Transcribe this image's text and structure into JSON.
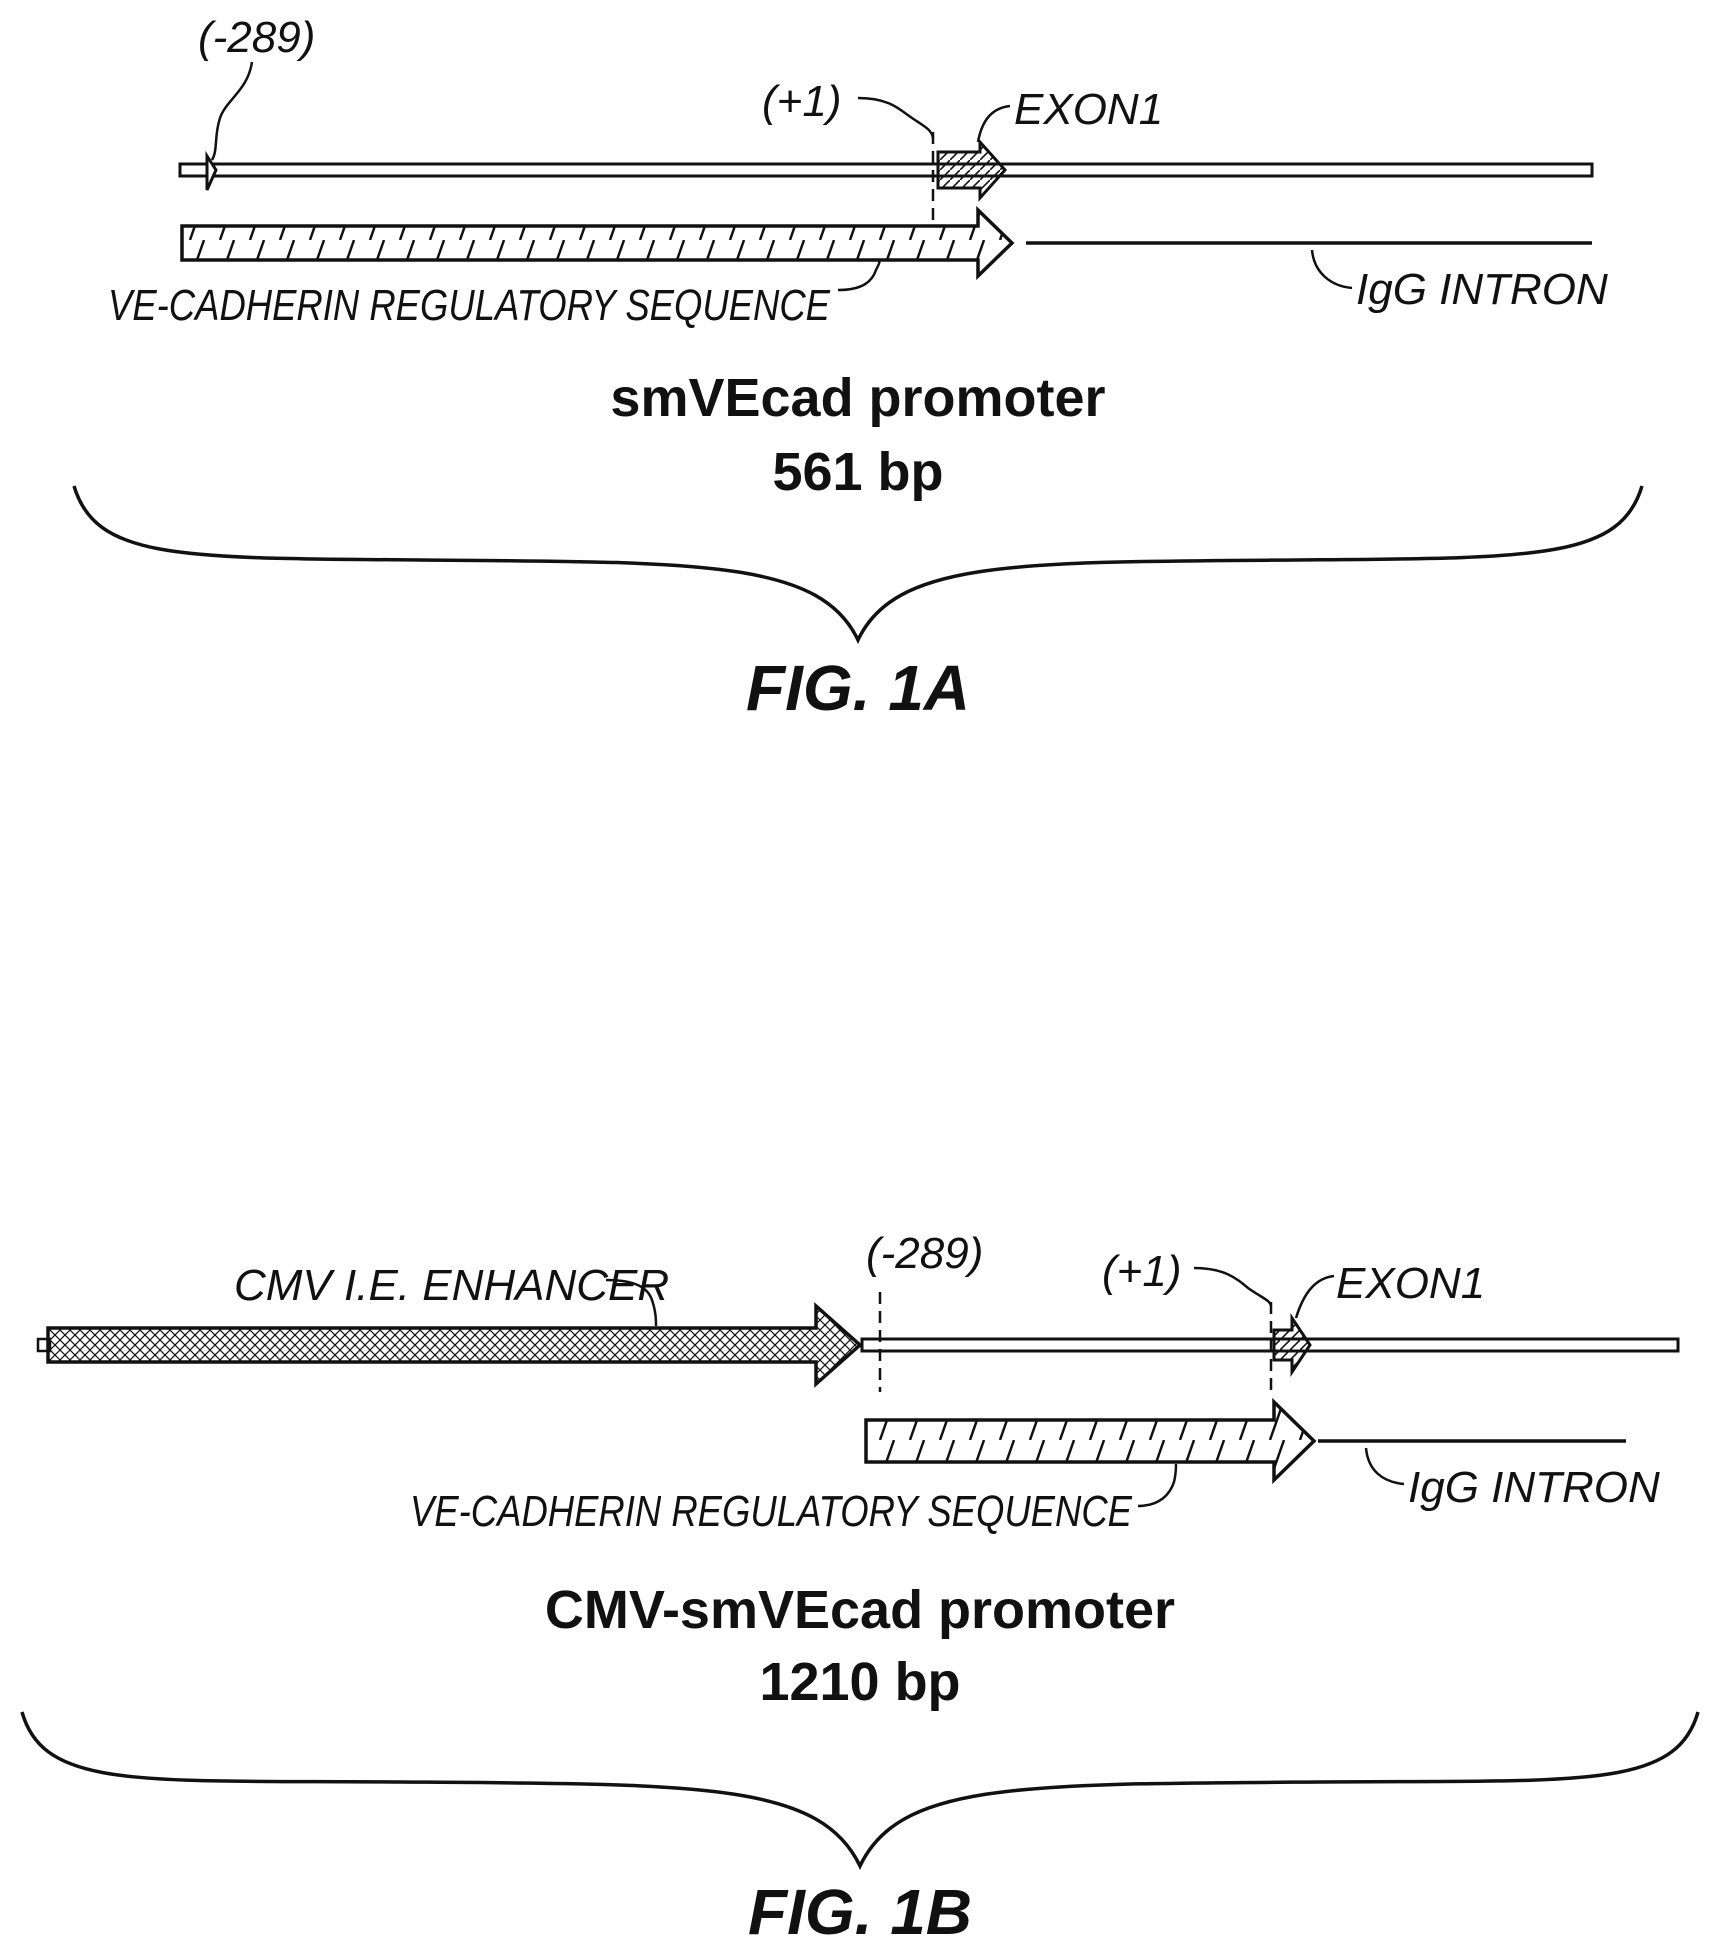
{
  "figure_a": {
    "pos_start_label": "(-289)",
    "pos_tss_label": "(+1)",
    "exon_label": "EXON1",
    "regulatory_label": "VE-CADHERIN REGULATORY SEQUENCE",
    "intron_label": "IgG INTRON",
    "title": "smVEcad promoter",
    "size": "561 bp",
    "caption": "FIG. 1A"
  },
  "figure_b": {
    "enhancer_label": "CMV I.E. ENHANCER",
    "pos_start_label": "(-289)",
    "pos_tss_label": "(+1)",
    "exon_label": "EXON1",
    "regulatory_label": "VE-CADHERIN REGULATORY SEQUENCE",
    "intron_label": "IgG INTRON",
    "title": "CMV-smVEcad promoter",
    "size": "1210 bp",
    "caption": "FIG. 1B"
  },
  "colors": {
    "ink": "#111111",
    "background": "#ffffff"
  }
}
